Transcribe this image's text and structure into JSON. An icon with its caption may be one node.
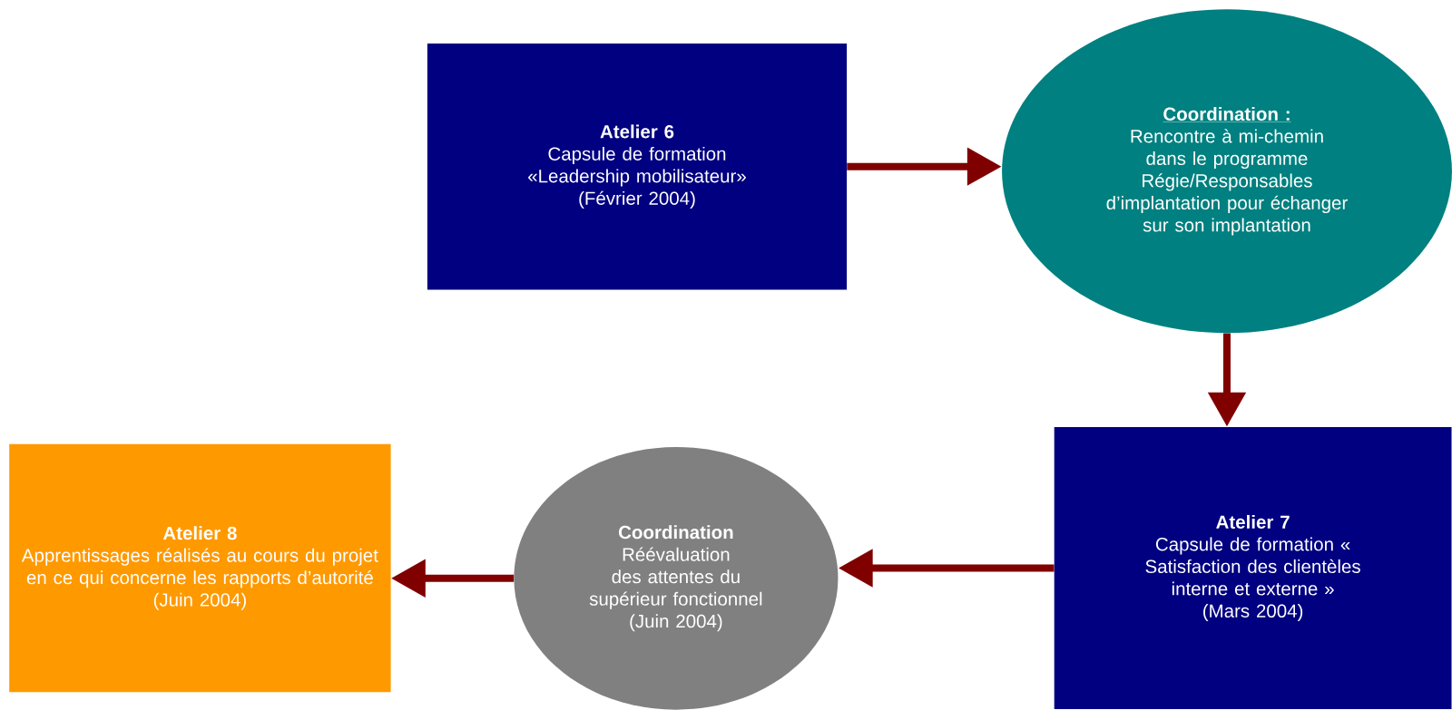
{
  "diagram": {
    "nodes": [
      {
        "text": [
          "Atelier 6",
          "Capsule de formation «Leadership mobilisateur»",
          "(Février 2004)"
        ]
      },
      {
        "text": [
          "Coordination :",
          "Rencontre à mi-chemin dans le programme Régie/Responsables d’implantation pour échanger sur son implantation"
        ]
      },
      {
        "text": [
          "Atelier 7",
          "Capsule de formation « Satisfaction des clientèles interne et externe »",
          "(Mars 2004)"
        ]
      },
      {
        "text": [
          "Coordination",
          "Réévaluation des attentes du supérieur fonctionnel",
          "(Juin 2004)"
        ]
      },
      {
        "text": [
          "Atelier 8",
          "Apprentissages réalisés au cours du projet en ce qui concerne les rapports d’autorité",
          "(Juin 2004)"
        ]
      }
    ],
    "edges": [
      {
        "from": 0,
        "to": 1,
        "arrow": "to"
      },
      {
        "from": 1,
        "to": 2,
        "arrow": "to"
      },
      {
        "from": 2,
        "to": 3,
        "arrow": "to"
      },
      {
        "from": 3,
        "to": 4,
        "arrow": "to"
      }
    ]
  }
}
